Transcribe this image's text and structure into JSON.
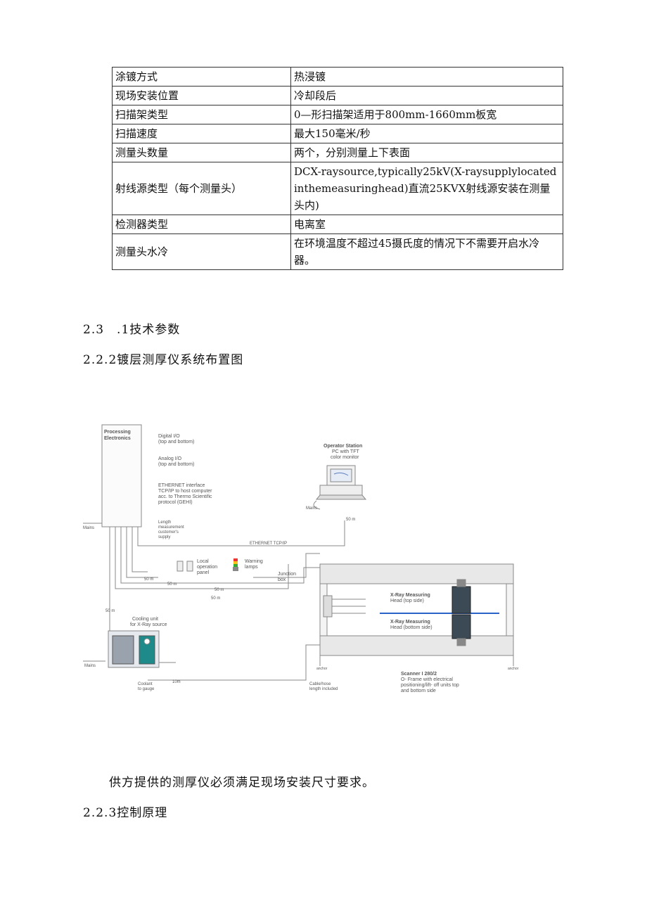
{
  "table": [
    {
      "k": "涂镀方式",
      "v": "热浸镀"
    },
    {
      "k": "现场安装位置",
      "v": "冷却段后"
    },
    {
      "k": "扫描架类型",
      "v": "0—形扫描架适用于800mm-1660mm板宽"
    },
    {
      "k": "扫描速度",
      "v": "最大150毫米/秒"
    },
    {
      "k": "测量头数量",
      "v": "两个，分别测量上下表面"
    },
    {
      "k": "射线源类型（每个测量头）",
      "v": "DCX-raysource,typically25kV(X-raysupplylocatedinthemeasuringhead)直流25KVX射线源安装在测量头内)"
    },
    {
      "k": "检测器类型",
      "v": "电离室"
    },
    {
      "k": "测量头水冷",
      "v": "在环境温度不超过45摄氏度的情况下不需要开启水冷器。"
    }
  ],
  "headings": {
    "h1": "2.3　.1技术参数",
    "h2": "2.2.2镀层测厚仪系统布置图",
    "note": "供方提供的测厚仪必须满足现场安装尺寸要求。",
    "h3": "2.2.3控制原理"
  },
  "figure": {
    "processing": [
      "Processing",
      "Electronics"
    ],
    "legend_digital": [
      "Digital I/O",
      "(top and bottom)"
    ],
    "legend_analog": [
      "Analog I/O",
      "(top and bottom)"
    ],
    "legend_ethernet": [
      "ETHERNET interface",
      "TCP/IP to host computer",
      "acc. to Thermo Scientific",
      "protocol (GEHI)"
    ],
    "length_note": [
      "Length",
      "measurement",
      "customer's",
      "supply"
    ],
    "operator": [
      "Operator Station",
      "PC with TFT",
      "color monitor"
    ],
    "mains": "Mains",
    "ethernet_line": "ETHERNET TCP/IP",
    "dist_50m": "50 m",
    "dist_10m": "10m",
    "local_panel": [
      "Local",
      "operation",
      "panel"
    ],
    "warning": [
      "Warning",
      "lamps"
    ],
    "junction": [
      "Junction",
      "box"
    ],
    "head_top": [
      "X-Ray Measuring",
      "Head (top side)"
    ],
    "head_bottom": [
      "X-Ray Measuring",
      "Head (bottom side)"
    ],
    "cooling": [
      "Cooling unit",
      "for X-Ray source"
    ],
    "coolant": [
      "Coolant",
      "to gauge"
    ],
    "cable_note": [
      "Cable/hose",
      "length included"
    ],
    "scanner": [
      "Scanner I 280/2",
      "O- Frame with electrical",
      "positioning/lift- off units top",
      "and bottom side"
    ],
    "anchor": "anchor"
  }
}
